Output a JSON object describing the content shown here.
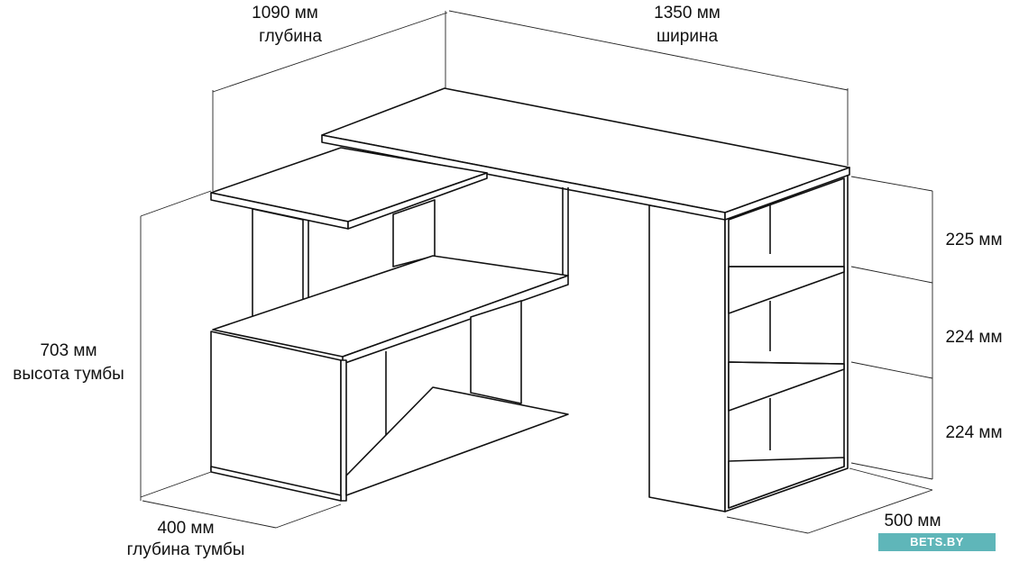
{
  "dimensions": {
    "depth_total": {
      "value": "1090 мм",
      "caption": "глубина"
    },
    "width_total": {
      "value": "1350 мм",
      "caption": "ширина"
    },
    "cabinet_height": {
      "value": "703 мм",
      "caption": "высота тумбы"
    },
    "cabinet_depth": {
      "value": "400 мм",
      "caption": "глубина тумбы"
    },
    "shelf_top": {
      "value": "225 мм"
    },
    "shelf_middle": {
      "value": "224 мм"
    },
    "shelf_bottom": {
      "value": "224 мм"
    },
    "shelf_depth": {
      "value": "500 мм"
    }
  },
  "watermark": "BETS.BY",
  "colors": {
    "line": "#111111",
    "dimension_line": "#222222",
    "watermark_bg": "#5fb6b9"
  }
}
